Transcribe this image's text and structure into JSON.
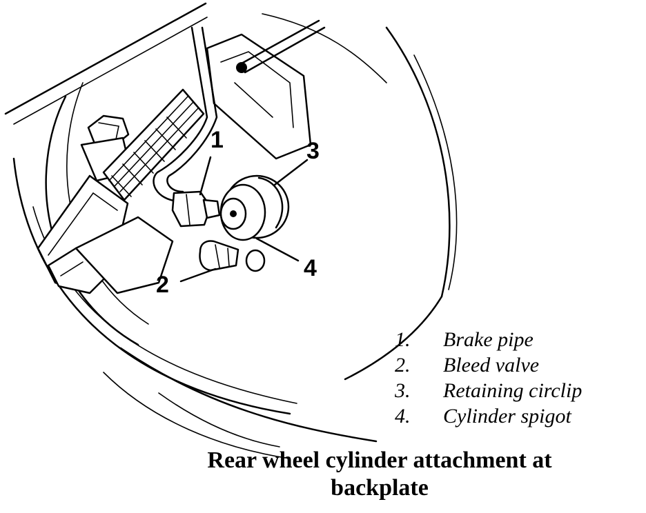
{
  "callouts": [
    {
      "id": "1",
      "label": "1"
    },
    {
      "id": "2",
      "label": "2"
    },
    {
      "id": "3",
      "label": "3"
    },
    {
      "id": "4",
      "label": "4"
    }
  ],
  "legend": [
    {
      "number": "1.",
      "text": "Brake pipe"
    },
    {
      "number": "2.",
      "text": "Bleed valve"
    },
    {
      "number": "3.",
      "text": "Retaining circlip"
    },
    {
      "number": "4.",
      "text": "Cylinder spigot"
    }
  ],
  "caption": {
    "line1": "Rear wheel cylinder attachment at",
    "line2": "backplate"
  },
  "colors": {
    "ink": "#000000",
    "paper": "#ffffff"
  }
}
